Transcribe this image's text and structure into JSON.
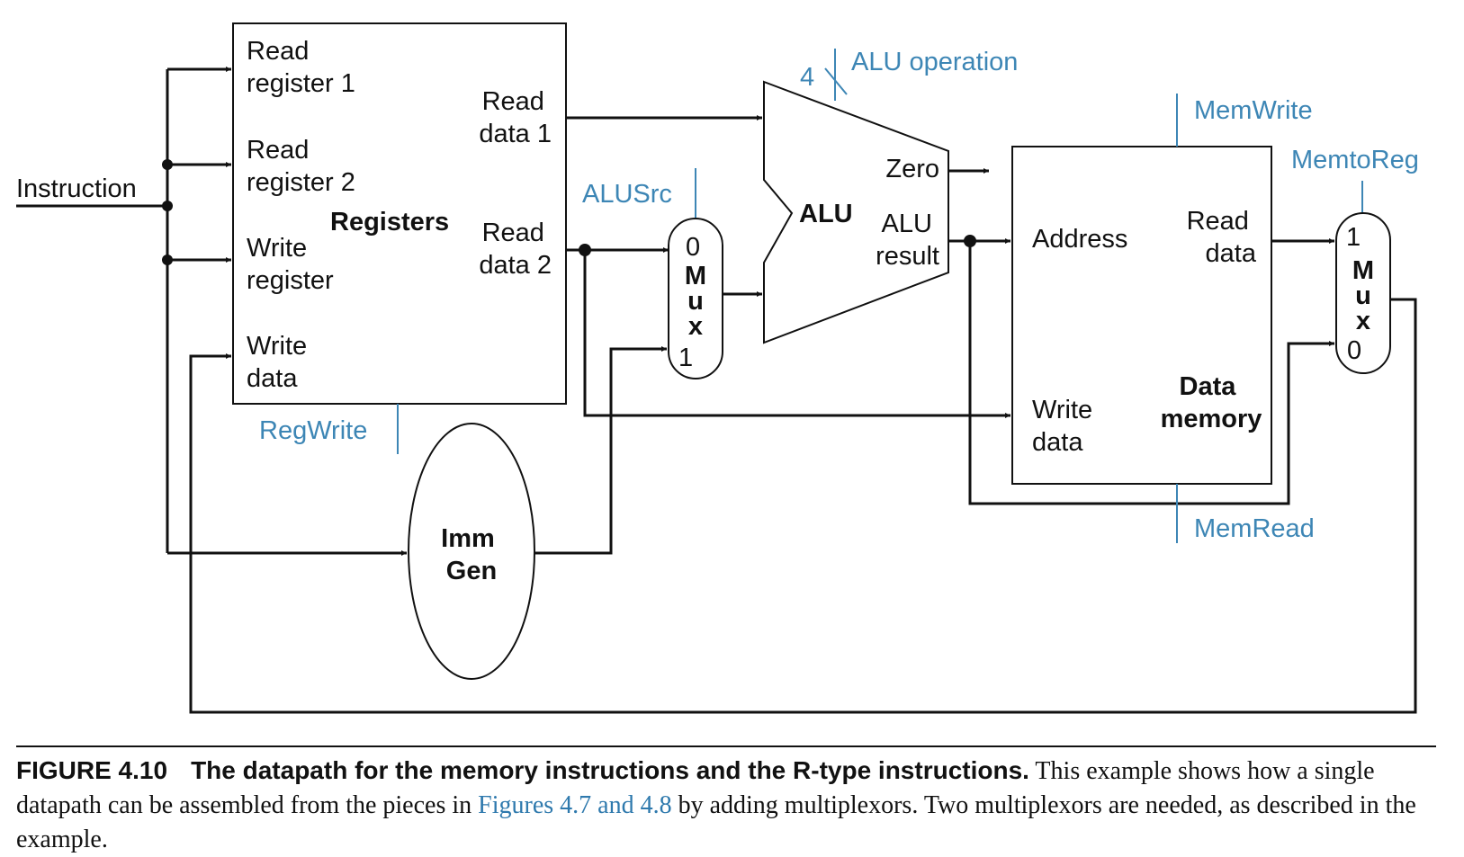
{
  "colors": {
    "control": "#3d86b5",
    "reference_link": "#2e79ad",
    "line": "#111111"
  },
  "inputs": {
    "instruction": "Instruction"
  },
  "registers": {
    "title": "Registers",
    "read_register_1": [
      "Read",
      "register 1"
    ],
    "read_register_2": [
      "Read",
      "register 2"
    ],
    "write_register": [
      "Write",
      "register"
    ],
    "write_data": [
      "Write",
      "data"
    ],
    "read_data_1": [
      "Read",
      "data 1"
    ],
    "read_data_2": [
      "Read",
      "data 2"
    ]
  },
  "alu": {
    "title": "ALU",
    "zero": "Zero",
    "result": [
      "ALU",
      "result"
    ],
    "op_width": "4"
  },
  "alu_mux": {
    "in0": "0",
    "in1": "1",
    "letters": [
      "M",
      "u",
      "x"
    ]
  },
  "imm_gen": {
    "title": [
      "Imm",
      "Gen"
    ]
  },
  "data_memory": {
    "title": [
      "Data",
      "memory"
    ],
    "address": "Address",
    "write_data": [
      "Write",
      "data"
    ],
    "read_data": [
      "Read",
      "data"
    ]
  },
  "mem_mux": {
    "in1": "1",
    "in0": "0",
    "letters": [
      "M",
      "u",
      "x"
    ]
  },
  "control_signals": {
    "alu_operation": "ALU operation",
    "alu_src": "ALUSrc",
    "reg_write": "RegWrite",
    "mem_write": "MemWrite",
    "mem_read": "MemRead",
    "memto_reg": "MemtoReg"
  },
  "caption": {
    "figure_number": "FIGURE 4.10",
    "title": "The datapath for the memory instructions and the R-type instructions.",
    "text_before_ref": " This example shows how a single datapath can be assembled from the pieces in ",
    "reference": "Figures 4.7 and 4.8",
    "text_after_ref": " by adding multiplexors. Two multiplexors are needed, as described in the example."
  }
}
